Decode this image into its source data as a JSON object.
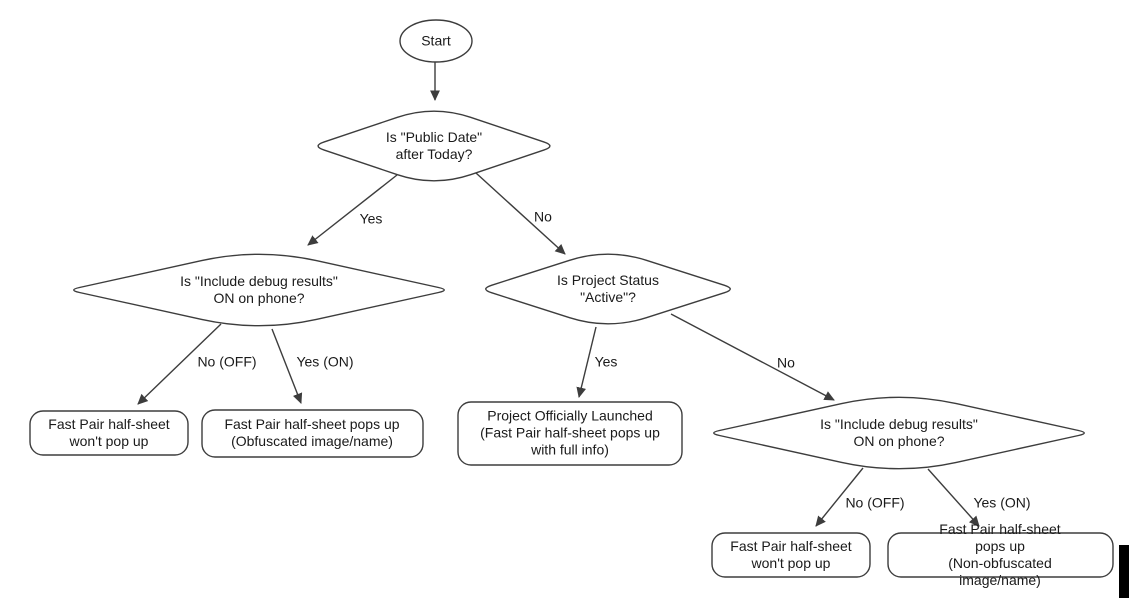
{
  "colors": {
    "line": "#3d3d3d",
    "text": "#1a1a1a",
    "background": "#ffffff"
  },
  "nodes": {
    "start": {
      "label": "Start"
    },
    "public_date": {
      "label": "Is \"Public Date\"\nafter Today?"
    },
    "debug_left": {
      "label": "Is \"Include debug results\"\nON on phone?"
    },
    "project_status": {
      "label": "Is Project Status\n\"Active\"?"
    },
    "debug_right": {
      "label": "Is \"Include debug results\"\nON on phone?"
    },
    "no_popup_left": {
      "label": "Fast Pair half-sheet\nwon't pop up"
    },
    "obfuscated_popup": {
      "label": "Fast Pair half-sheet pops up\n(Obfuscated image/name)"
    },
    "launched": {
      "label": "Project Officially Launched\n(Fast Pair half-sheet pops up\nwith full info)"
    },
    "no_popup_right": {
      "label": "Fast Pair half-sheet\nwon't pop up"
    },
    "non_obfuscated_popup": {
      "label": "Fast Pair half-sheet pops up\n(Non-obfuscated image/name)"
    }
  },
  "edge_labels": {
    "public_date_yes": "Yes",
    "public_date_no": "No",
    "debug_left_no": "No (OFF)",
    "debug_left_yes": "Yes (ON)",
    "project_status_yes": "Yes",
    "project_status_no": "No",
    "debug_right_no": "No (OFF)",
    "debug_right_yes": "Yes (ON)"
  }
}
